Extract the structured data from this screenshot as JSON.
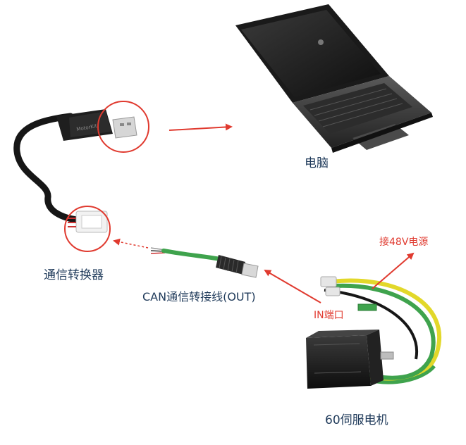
{
  "labels": {
    "computer": "电脑",
    "converter": "通信转换器",
    "can_cable": "CAN通信转接线(OUT)",
    "in_port": "IN端口",
    "power": "接48V电源",
    "motor": "60伺服电机",
    "usb_print": "MotorKit"
  },
  "colors": {
    "annotation_red": "#e03a2f",
    "label_dark": "#1f3a5a",
    "cable_green": "#3fa34d",
    "cable_yellow": "#e2d82a",
    "device_black": "#1b1b1b"
  },
  "icons": [
    "laptop-icon",
    "usb-converter-icon",
    "can-cable-icon",
    "servo-motor-icon"
  ]
}
